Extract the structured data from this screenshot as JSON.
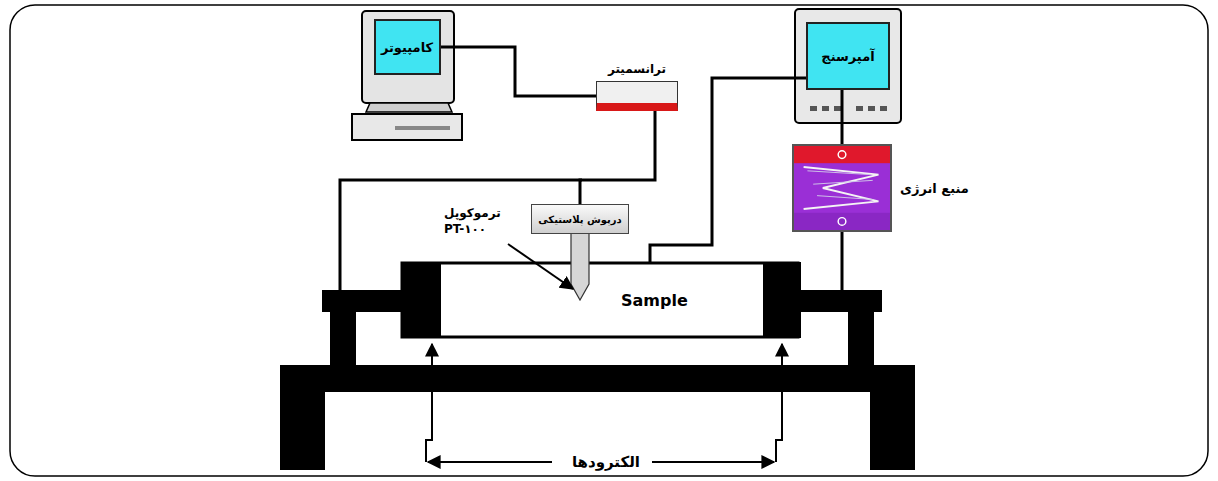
{
  "diagram": {
    "nodes": [
      {
        "text": [
          "کامپیوتر"
        ]
      },
      {
        "text": [
          "ترانسمیتر"
        ]
      },
      {
        "text": [
          "آمپرسنج"
        ]
      },
      {
        "text": [
          "منبع انرژی"
        ]
      },
      {
        "text": [
          "درپوش پلاستیکی"
        ]
      },
      {
        "text": [
          "Sample"
        ]
      }
    ],
    "edges": [
      {
        "from": 0,
        "to": 1,
        "arrow": "none"
      },
      {
        "from": 1,
        "to": 4,
        "arrow": "none"
      },
      {
        "from": 2,
        "to": 5,
        "arrow": "none"
      },
      {
        "from": 2,
        "to": 3,
        "arrow": "none"
      }
    ],
    "labels": [
      "ترموکوپل",
      "PT-۱۰۰",
      "الکترودها"
    ]
  }
}
